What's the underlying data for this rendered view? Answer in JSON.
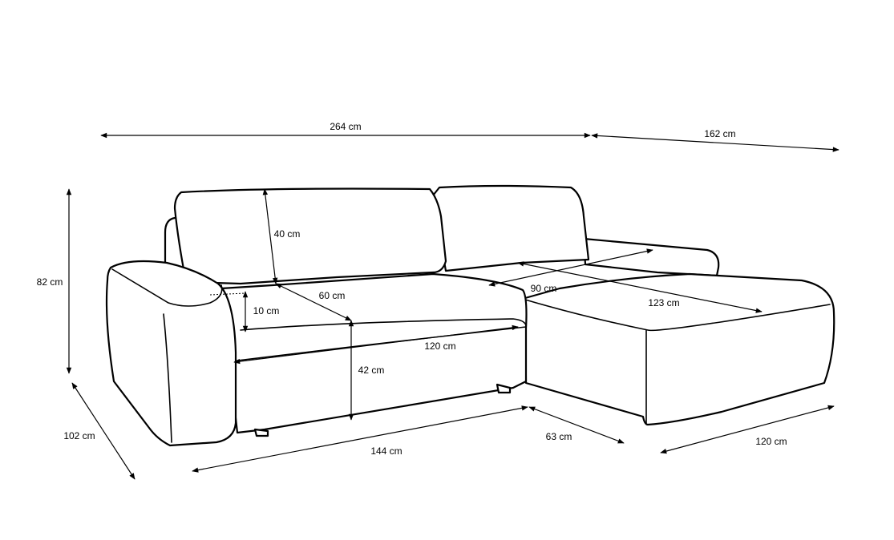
{
  "dimensions": {
    "total_length": "264 cm",
    "chaise_depth": "162 cm",
    "height": "82 cm",
    "depth": "102 cm",
    "back_cushion_height": "40 cm",
    "seat_depth": "60 cm",
    "seat_cushion_thickness": "10 cm",
    "seat_height": "42 cm",
    "seat_width": "120 cm",
    "base_length": "144 cm",
    "corner_depth": "63 cm",
    "chaise_width": "120 cm",
    "chaise_inner_width": "90 cm",
    "chaise_inner_length": "123 cm"
  }
}
